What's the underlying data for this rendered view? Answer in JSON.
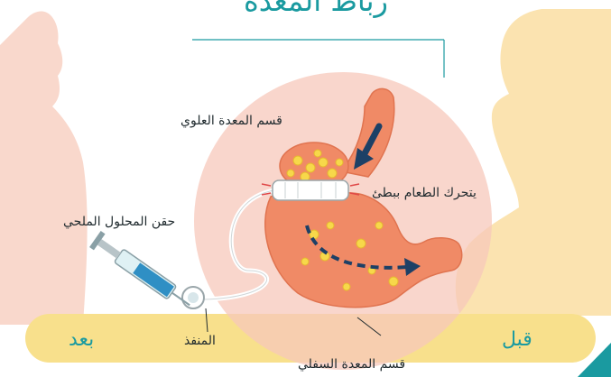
{
  "title": "رباط المعدة",
  "labels": {
    "upper_stomach": "قسم المعدة العلوي",
    "food_moves_slowly": "يتحرك الطعام ببطئ",
    "saline_injection": "حقن المحلول الملحي",
    "port": "المنفذ",
    "lower_stomach": "قسم المعدة السفلي",
    "before": "قبل",
    "after": "بعد"
  },
  "colors": {
    "accent_teal": "#1a9aa0",
    "silhouette_before": "#fbe3b0",
    "silhouette_after": "#f9d8cc",
    "band_yellow": "#f8e08c",
    "stomach": "#f08a66",
    "glow": "#f7c8bb",
    "arrow_navy": "#1d4066"
  }
}
